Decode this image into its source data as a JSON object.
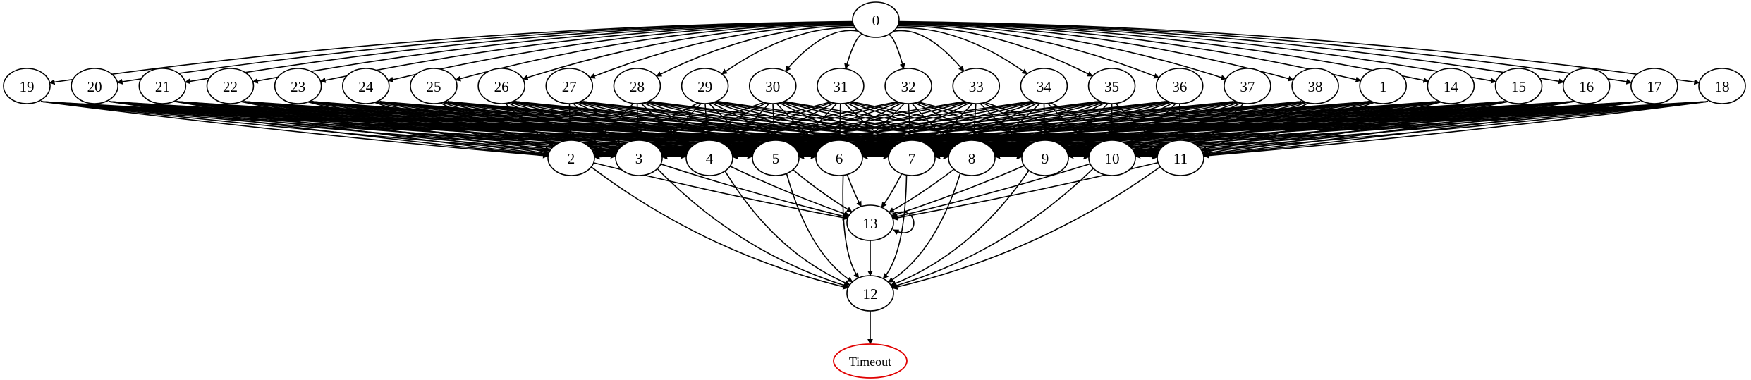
{
  "graph": {
    "nodes": [
      {
        "id": "0"
      },
      {
        "id": "19"
      },
      {
        "id": "20"
      },
      {
        "id": "21"
      },
      {
        "id": "22"
      },
      {
        "id": "23"
      },
      {
        "id": "24"
      },
      {
        "id": "25"
      },
      {
        "id": "26"
      },
      {
        "id": "27"
      },
      {
        "id": "28"
      },
      {
        "id": "29"
      },
      {
        "id": "30"
      },
      {
        "id": "31"
      },
      {
        "id": "32"
      },
      {
        "id": "33"
      },
      {
        "id": "34"
      },
      {
        "id": "35"
      },
      {
        "id": "36"
      },
      {
        "id": "37"
      },
      {
        "id": "38"
      },
      {
        "id": "1"
      },
      {
        "id": "14"
      },
      {
        "id": "15"
      },
      {
        "id": "16"
      },
      {
        "id": "17"
      },
      {
        "id": "18"
      },
      {
        "id": "2"
      },
      {
        "id": "3"
      },
      {
        "id": "4"
      },
      {
        "id": "5"
      },
      {
        "id": "6"
      },
      {
        "id": "7"
      },
      {
        "id": "8"
      },
      {
        "id": "9"
      },
      {
        "id": "10"
      },
      {
        "id": "11"
      },
      {
        "id": "13"
      },
      {
        "id": "12"
      },
      {
        "id": "Timeout",
        "color": "#e00000"
      }
    ],
    "edges": {
      "root_to_row1": {
        "from": "0",
        "to": [
          "19",
          "20",
          "21",
          "22",
          "23",
          "24",
          "25",
          "26",
          "27",
          "28",
          "29",
          "30",
          "31",
          "32",
          "33",
          "34",
          "35",
          "36",
          "37",
          "38",
          "1",
          "14",
          "15",
          "16",
          "17",
          "18"
        ]
      },
      "row1_to_row2": {
        "from_each": [
          "19",
          "20",
          "21",
          "22",
          "23",
          "24",
          "25",
          "26",
          "27",
          "28",
          "29",
          "30",
          "31",
          "32",
          "33",
          "34",
          "35",
          "36",
          "37",
          "38",
          "1",
          "14",
          "15",
          "16",
          "17",
          "18"
        ],
        "to": [
          "2",
          "3",
          "4",
          "5",
          "6",
          "7",
          "8",
          "9",
          "10",
          "11"
        ]
      },
      "row2_to_13": {
        "from": [
          "2",
          "3",
          "4",
          "5",
          "6",
          "7",
          "8",
          "9",
          "10",
          "11"
        ],
        "to": "13"
      },
      "row2_to_12": {
        "from": [
          "2",
          "3",
          "4",
          "5",
          "6",
          "7",
          "8",
          "9",
          "10",
          "11"
        ],
        "to": "12"
      },
      "self_loops": [
        "13"
      ],
      "chain": [
        [
          "13",
          "12"
        ],
        [
          "12",
          "Timeout"
        ]
      ]
    }
  }
}
